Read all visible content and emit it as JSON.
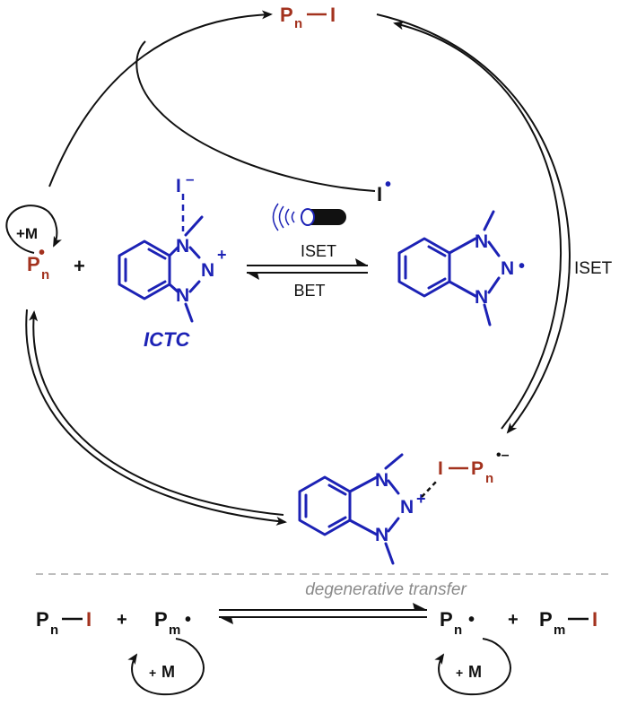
{
  "cycle": {
    "top_species": {
      "p": "P",
      "p_sub": "n",
      "dash": "—",
      "i": "I"
    },
    "iodine_radical": {
      "label": "I",
      "dot": "•"
    },
    "left_radical": {
      "p": "P",
      "p_sub": "n",
      "dot": "•"
    },
    "plus_sign": "+",
    "monomer_loop": "+M",
    "catalyst_name": "ICTC",
    "iodide_ion": "I",
    "iodide_charge": "–",
    "n_atom": "N",
    "n_plus": "+",
    "radical_dot": "•",
    "forward_label": "ISET",
    "reverse_label": "BET",
    "right_label": "ISET",
    "bottom_complex": {
      "i": "I",
      "dash": "—",
      "p": "P",
      "p_sub": "n",
      "charge": "•–"
    }
  },
  "degenerative": {
    "label": "degenerative transfer",
    "left": {
      "p": "P",
      "p_sub": "n",
      "dash": "—",
      "i": "I",
      "plus": "+",
      "pm": "P",
      "pm_sub": "m",
      "dot": "•"
    },
    "right": {
      "p": "P",
      "p_sub": "n",
      "dot": "•",
      "plus": "+",
      "pm": "P",
      "pm_sub": "m",
      "dash": "—",
      "i": "I"
    },
    "loop_left": {
      "plus": "+",
      "m": "M"
    },
    "loop_right": {
      "plus": "+",
      "m": "M"
    }
  },
  "colors": {
    "black": "#111111",
    "red": "#a3321e",
    "blue": "#1c22b5",
    "divider": "#bdbdbd"
  }
}
